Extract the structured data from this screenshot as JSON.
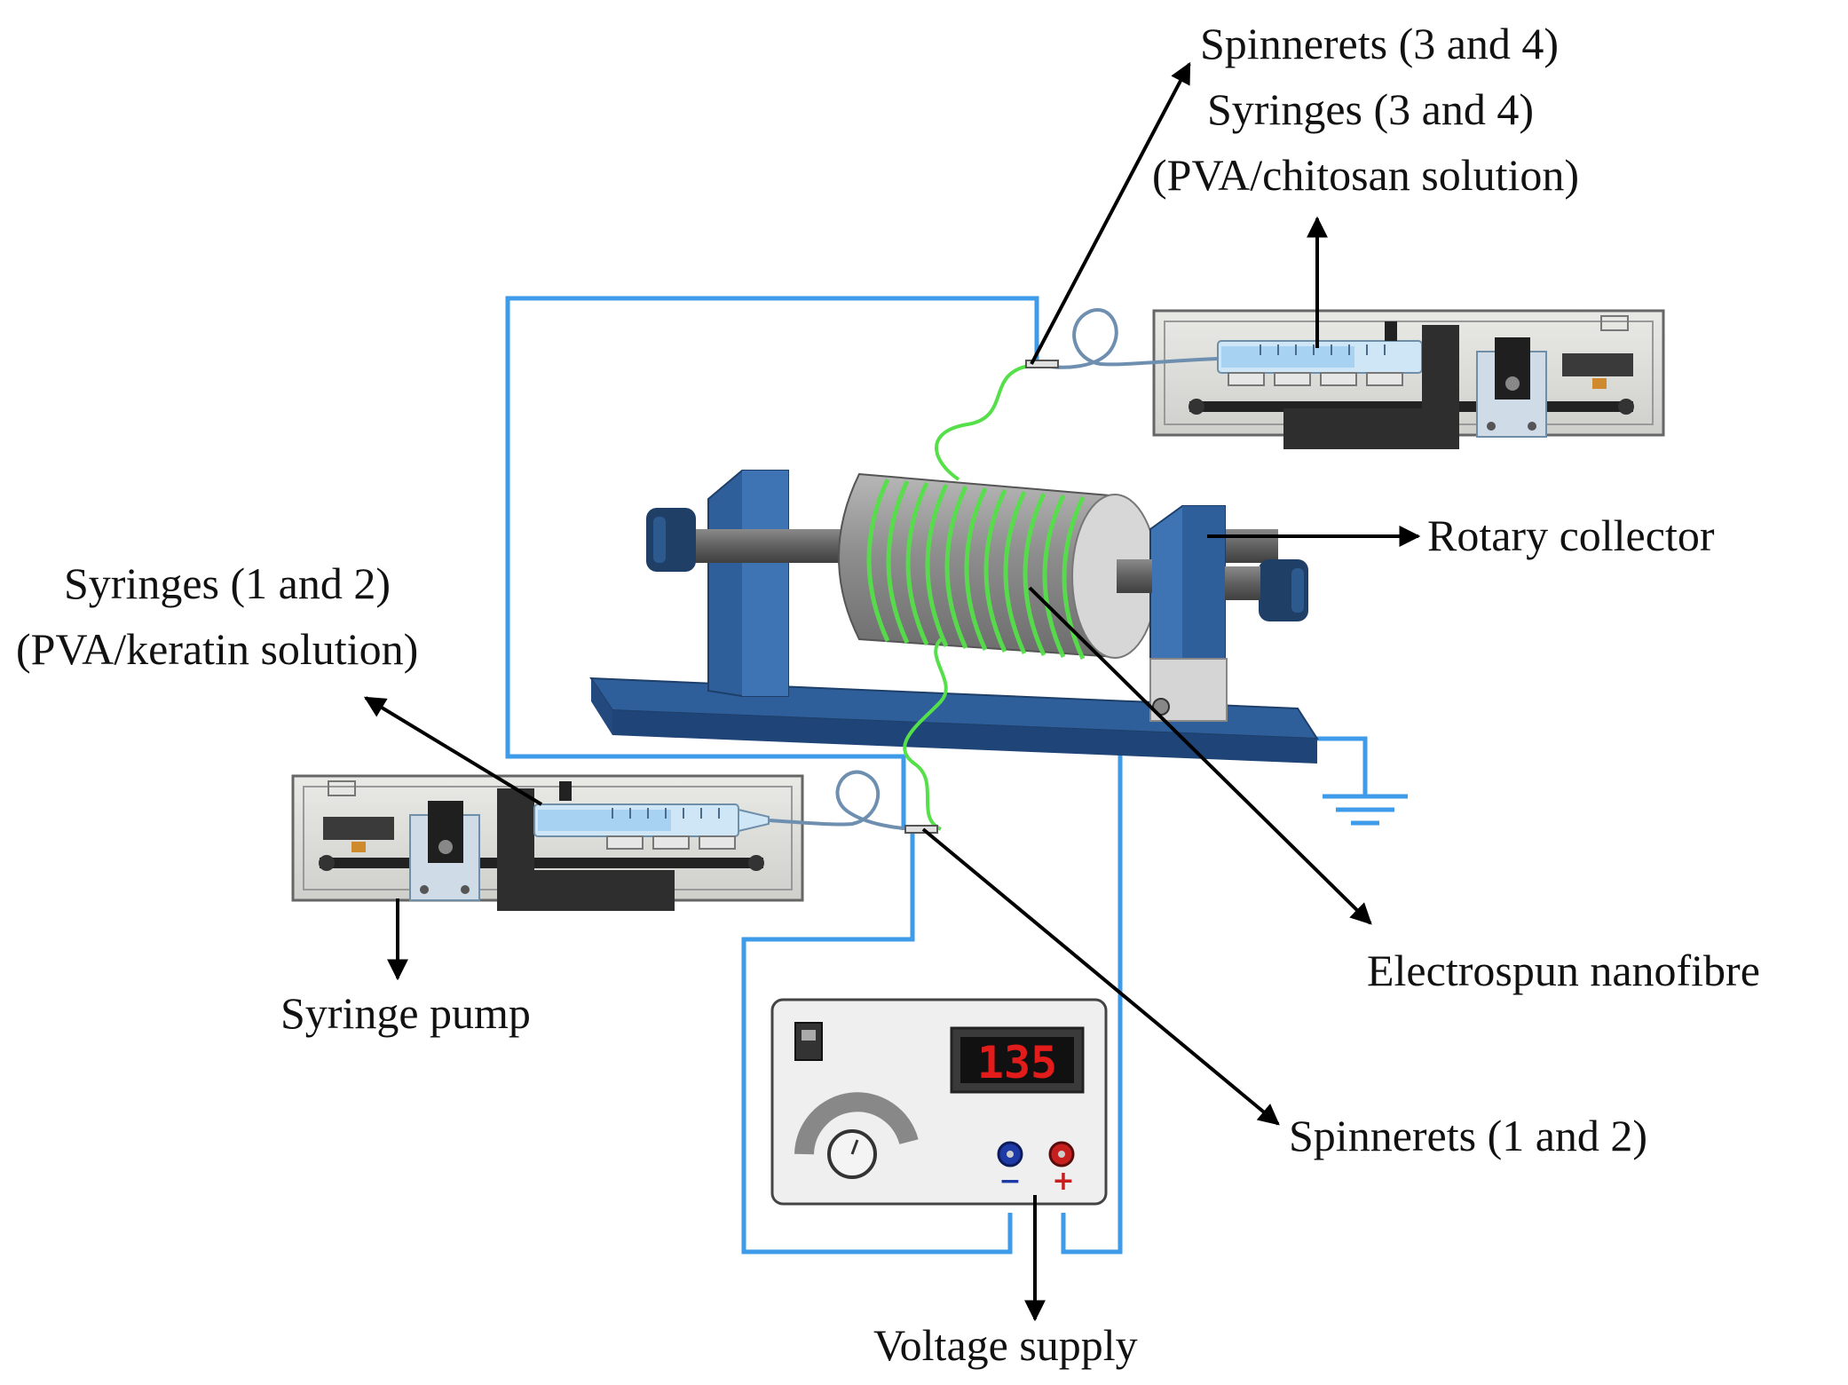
{
  "labels": {
    "spinnerets_3_4": "Spinnerets (3 and 4)",
    "syringes_3_4": "Syringes (3 and 4)",
    "pva_chitosan": "(PVA/chitosan solution)",
    "rotary_collector": "Rotary collector",
    "syringes_1_2": "Syringes (1 and 2)",
    "pva_keratin": "(PVA/keratin solution)",
    "electrospun_nanofibre": "Electrospun nanofibre",
    "syringe_pump": "Syringe pump",
    "spinnerets_1_2": "Spinnerets (1 and 2)",
    "voltage_supply": "Voltage supply"
  },
  "supply": {
    "display": "135",
    "minus": "−",
    "plus": "+"
  },
  "colors": {
    "wire": "#3d9be9",
    "fibre": "#55e04a",
    "stand": "#2f5f9a",
    "display_digits": "#e21b1b",
    "arrow": "#000000"
  }
}
